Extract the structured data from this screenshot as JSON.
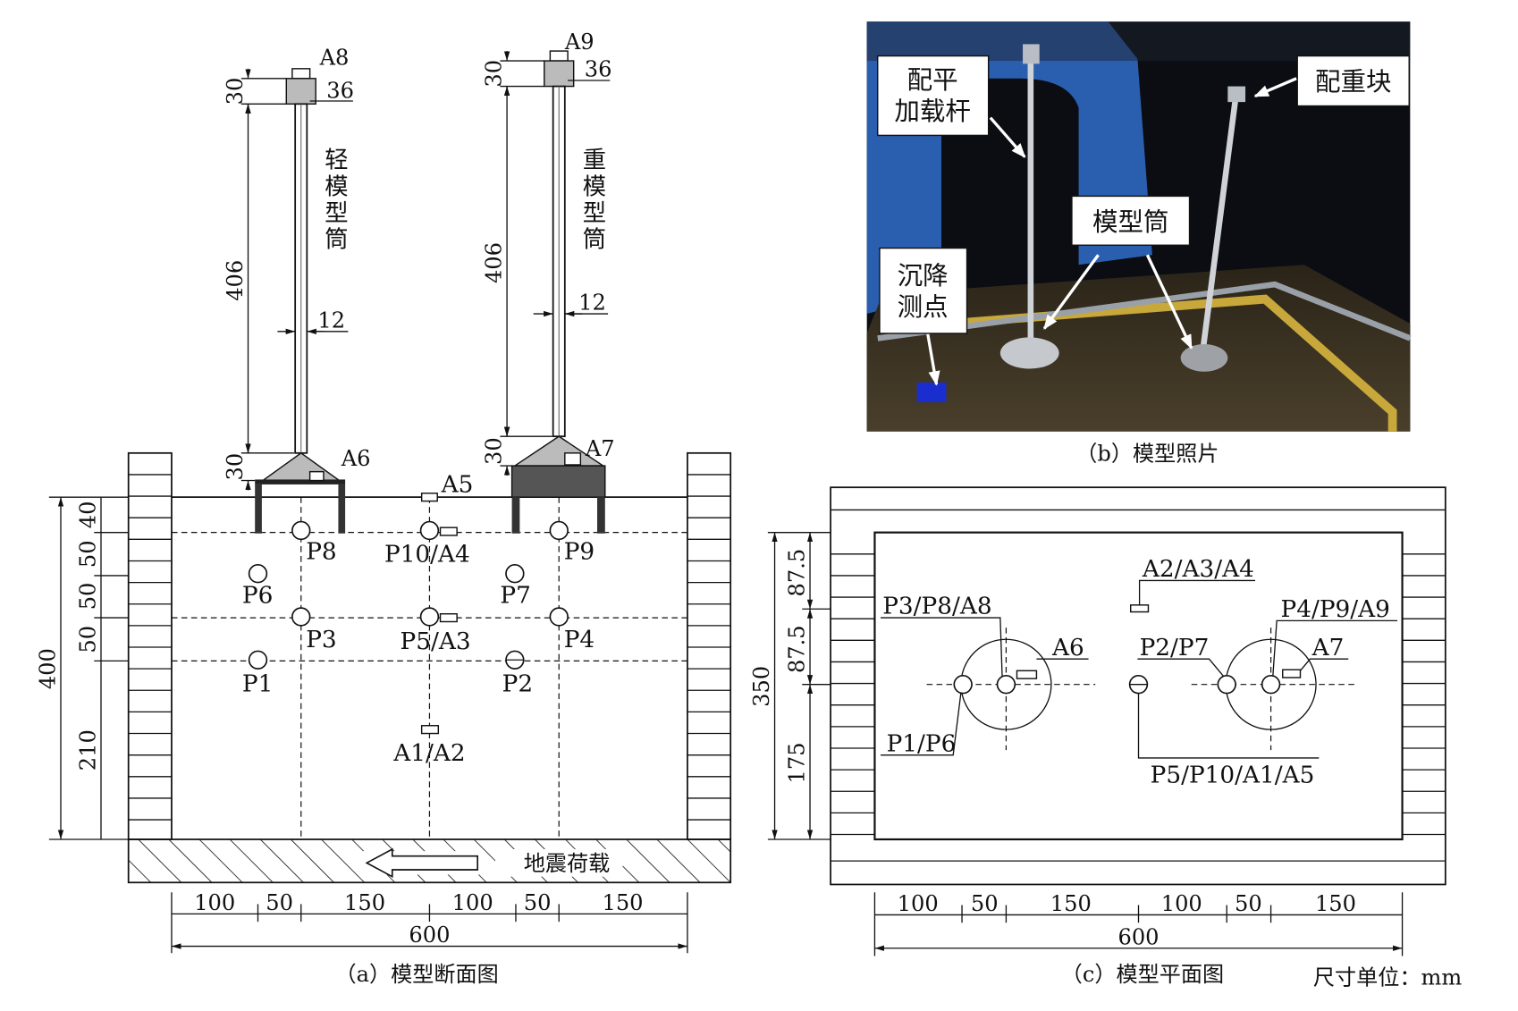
{
  "panel_a": {
    "caption": "（a）模型断面图",
    "light_model": "轻模型筒",
    "heavy_model": "重模型筒",
    "load": "地震荷载",
    "sensors": {
      "A8": "A8",
      "A9": "A9",
      "A6": "A6",
      "A7": "A7",
      "A5": "A5",
      "P8": "P8",
      "P10A4": "P10/A4",
      "P9": "P9",
      "P6": "P6",
      "P7": "P7",
      "P3": "P3",
      "P5A3": "P5/A3",
      "P4": "P4",
      "P1": "P1",
      "P2": "P2",
      "A1A2": "A1/A2"
    },
    "dims": {
      "cap_h": "30",
      "cap_w": "36",
      "rod_len": "406",
      "rod_d": "12",
      "base_h": "30",
      "total_h": "400",
      "d40": "40",
      "d50a": "50",
      "d50b": "50",
      "d50c": "50",
      "d210": "210",
      "h100a": "100",
      "h50a": "50",
      "h150a": "150",
      "h100b": "100",
      "h50b": "50",
      "h150b": "150",
      "w600": "600"
    }
  },
  "panel_b": {
    "caption": "（b）模型照片",
    "callouts": {
      "rod_1": "配平",
      "rod_2": "加载杆",
      "weight": "配重块",
      "model": "模型筒",
      "settle_1": "沉降",
      "settle_2": "测点"
    }
  },
  "panel_c": {
    "caption": "（c）模型平面图",
    "unit": "尺寸单位：mm",
    "labels": {
      "p3p8a8": "P3/P8/A8",
      "a6": "A6",
      "p1p6": "P1/P6",
      "a2a3a4": "A2/A3/A4",
      "p2p7": "P2/P7",
      "p4p9a9": "P4/P9/A9",
      "a7": "A7",
      "p5p10a1a5": "P5/P10/A1/A5"
    },
    "dims": {
      "h350": "350",
      "d87a": "87.5",
      "d87b": "87.5",
      "d175": "175",
      "h100a": "100",
      "h50a": "50",
      "h150a": "150",
      "h100b": "100",
      "h50b": "50",
      "h150b": "150",
      "w600": "600"
    }
  }
}
